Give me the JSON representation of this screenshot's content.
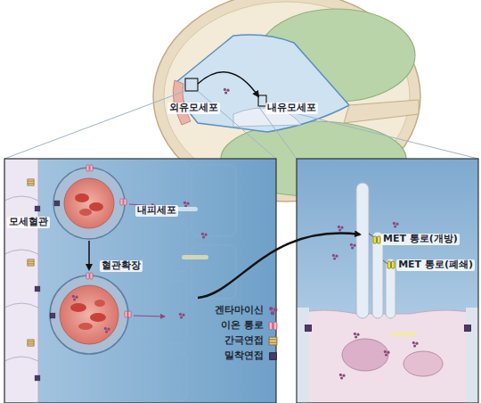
{
  "diagram": {
    "labels": [
      "외유모세포",
      "내유모세포",
      "모세혈관",
      "내피세포",
      "혈관확장",
      "MET 통로(개방)",
      "MET 통로(폐쇄)"
    ],
    "legend": [
      {
        "text": "겐타마이신"
      },
      {
        "text": "이온 통로"
      },
      {
        "text": "간극연접"
      },
      {
        "text": "밀착연접"
      }
    ]
  }
}
